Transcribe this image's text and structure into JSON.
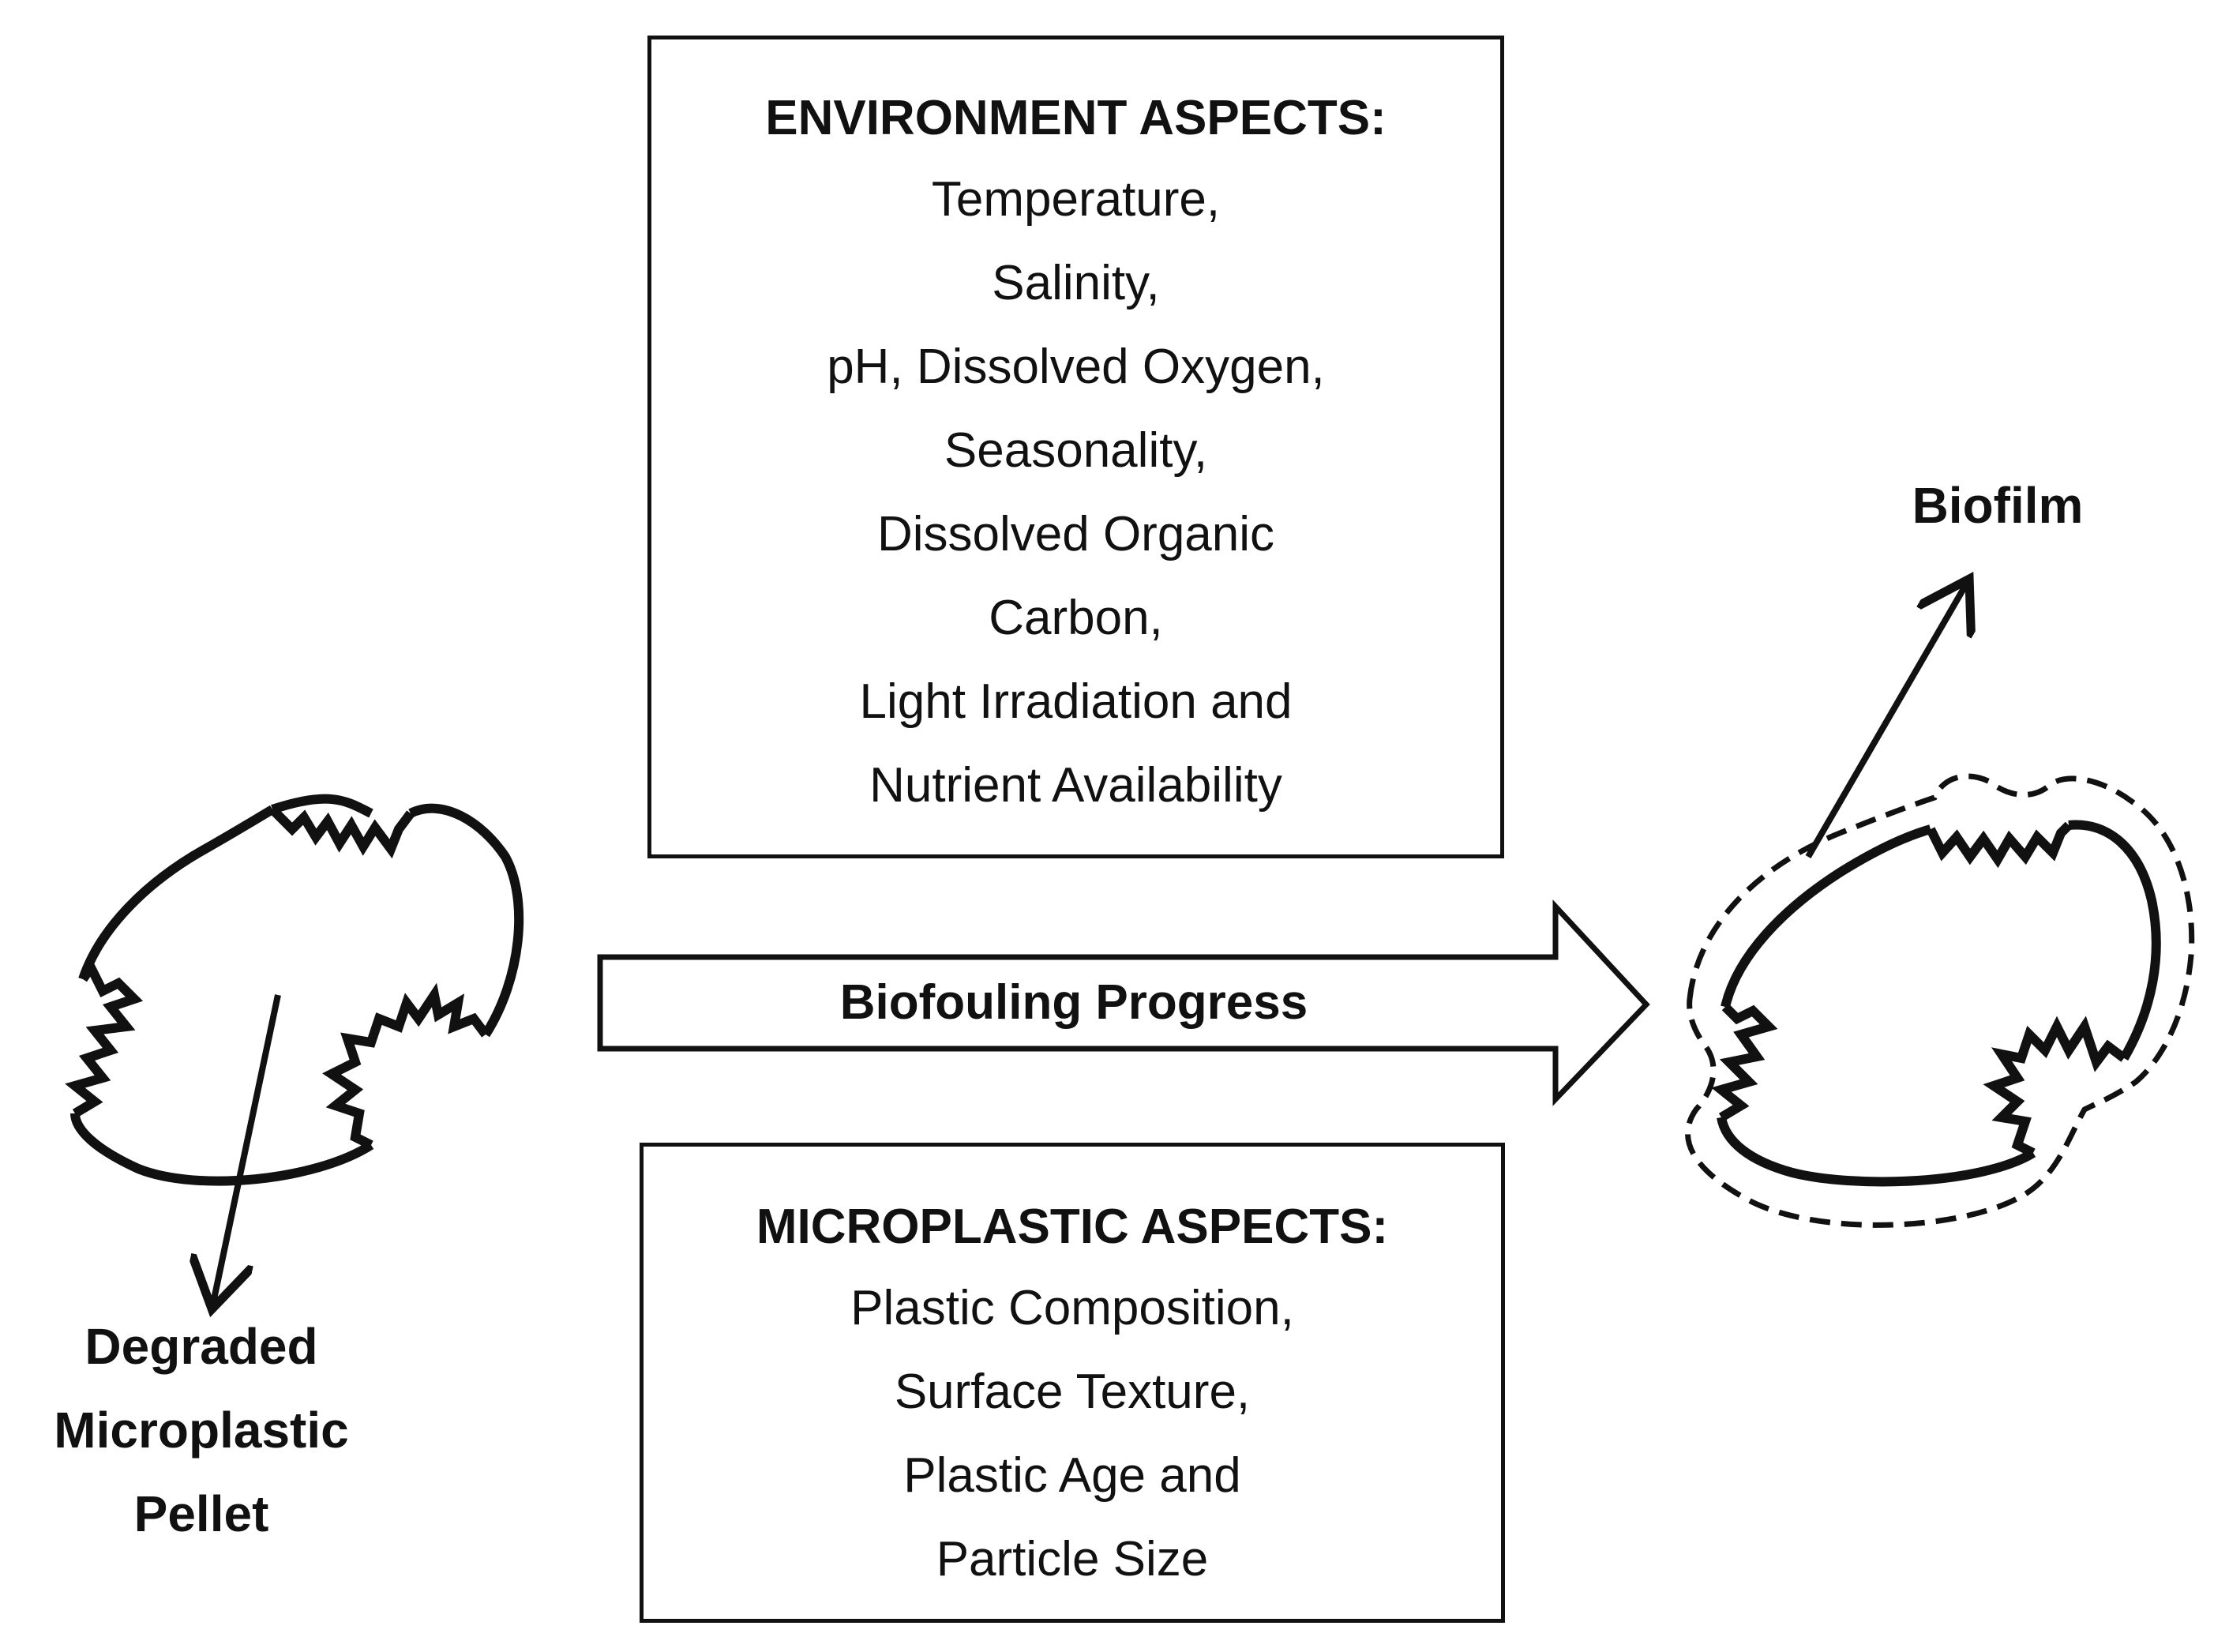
{
  "environment_box": {
    "title": "ENVIRONMENT ASPECTS:",
    "lines": [
      "Temperature,",
      "Salinity,",
      "pH, Dissolved Oxygen,",
      "Seasonality,",
      "Dissolved Organic",
      "Carbon,",
      "Light Irradiation and",
      "Nutrient Availability"
    ]
  },
  "microplastic_box": {
    "title": "MICROPLASTIC ASPECTS:",
    "lines": [
      "Plastic Composition,",
      "Surface Texture,",
      "Plastic Age and",
      "Particle Size"
    ]
  },
  "progress_arrow": {
    "label": "Biofouling Progress"
  },
  "biofilm": {
    "label": "Biofilm"
  },
  "pellet": {
    "label_lines": [
      "Degraded",
      "Microplastic",
      "Pellet"
    ]
  },
  "colors": {
    "stroke": "#111111",
    "background": "#ffffff"
  }
}
